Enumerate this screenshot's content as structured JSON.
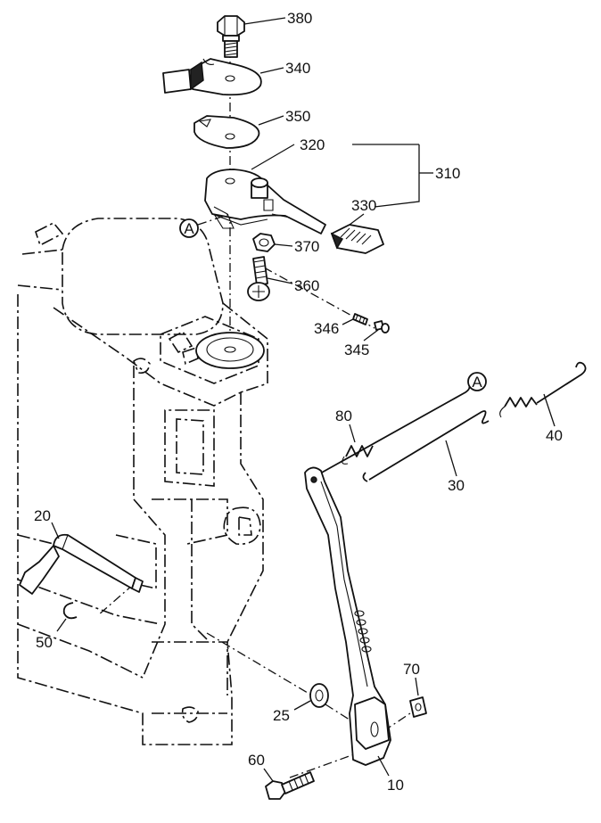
{
  "callouts": {
    "p380": "380",
    "p340": "340",
    "p350": "350",
    "p320": "320",
    "p310": "310",
    "p330": "330",
    "p370": "370",
    "p360": "360",
    "p346": "346",
    "p345": "345",
    "p80": "80",
    "p40": "40",
    "p30": "30",
    "p20": "20",
    "p50": "50",
    "p25": "25",
    "p70": "70",
    "p60": "60",
    "p10": "10"
  },
  "reference_marks": {
    "a_upper": "A",
    "a_lower": "A"
  }
}
